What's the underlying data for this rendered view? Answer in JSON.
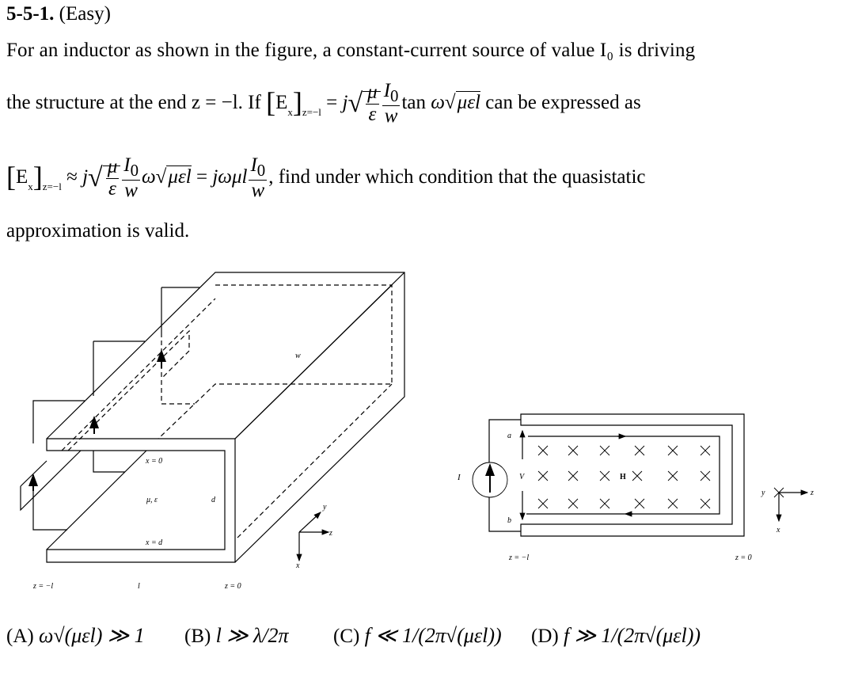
{
  "problem": {
    "number": "5-5-1.",
    "difficulty": "(Easy)",
    "line1": "For an inductor as shown in the figure, a constant-current source of value I₀ is driving",
    "line2_pre": "the structure at the end z = −l. If",
    "line2_post": "can be expressed as",
    "line3_post": ", find under which condition that the quasistatic",
    "line4": "approximation is valid.",
    "eq1": "[Eₓ]_{z=−l} = j√(μ/ε) (I₀/w) tan ω√(μεl)",
    "eq2": "[Eₓ]_{z=−l} ≈ j√(μ/ε) (I₀/w) ω√(μεl) = jωμl I₀/w"
  },
  "figure_left": {
    "x0": "x = 0",
    "mu_eps": "μ, ε",
    "d": "d",
    "xd": "x = d",
    "w": "w",
    "z_minus_l": "z = −l",
    "l": "l",
    "z0": "z = 0",
    "ax_x": "x",
    "ax_y": "y",
    "ax_z": "z"
  },
  "figure_right": {
    "I": "I",
    "V": "V",
    "a": "a",
    "b": "b",
    "H": "H",
    "z_minus_l": "z = −l",
    "z0": "z = 0",
    "ax_x": "x",
    "ax_y": "y",
    "ax_z": "z"
  },
  "options": [
    {
      "label": "(A)",
      "text": "ω√(μεl) ≫ 1"
    },
    {
      "label": "(B)",
      "text": "l ≫ λ/2π"
    },
    {
      "label": "(C)",
      "text": "f ≪ 1/(2π√(μεl))"
    },
    {
      "label": "(D)",
      "text": "f ≫ 1/(2π√(μεl))"
    }
  ]
}
